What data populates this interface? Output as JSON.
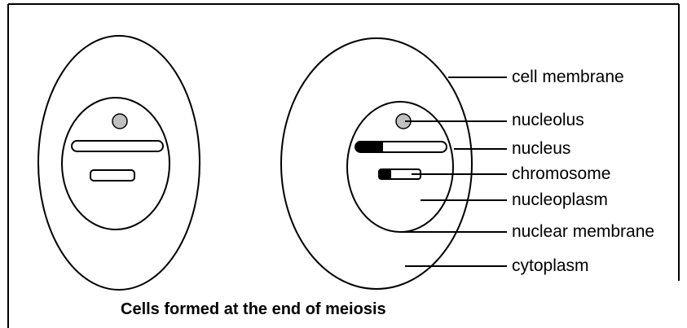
{
  "labels": {
    "cell_membrane": "cell membrane",
    "nucleolus": "nucleolus",
    "nucleus": "nucleus",
    "chromosome": "chromosome",
    "nucleoplasm": "nucleoplasm",
    "nuclear_membrane": "nuclear membrane",
    "cytoplasm": "cytoplasm"
  },
  "caption": "Cells formed at the end of meiosis",
  "colors": {
    "outline": "#000000",
    "nucleolus_fill": "#c0c0c0",
    "chromosome_dark": "#000000",
    "chromosome_light": "#ffffff",
    "background": "#ffffff"
  }
}
